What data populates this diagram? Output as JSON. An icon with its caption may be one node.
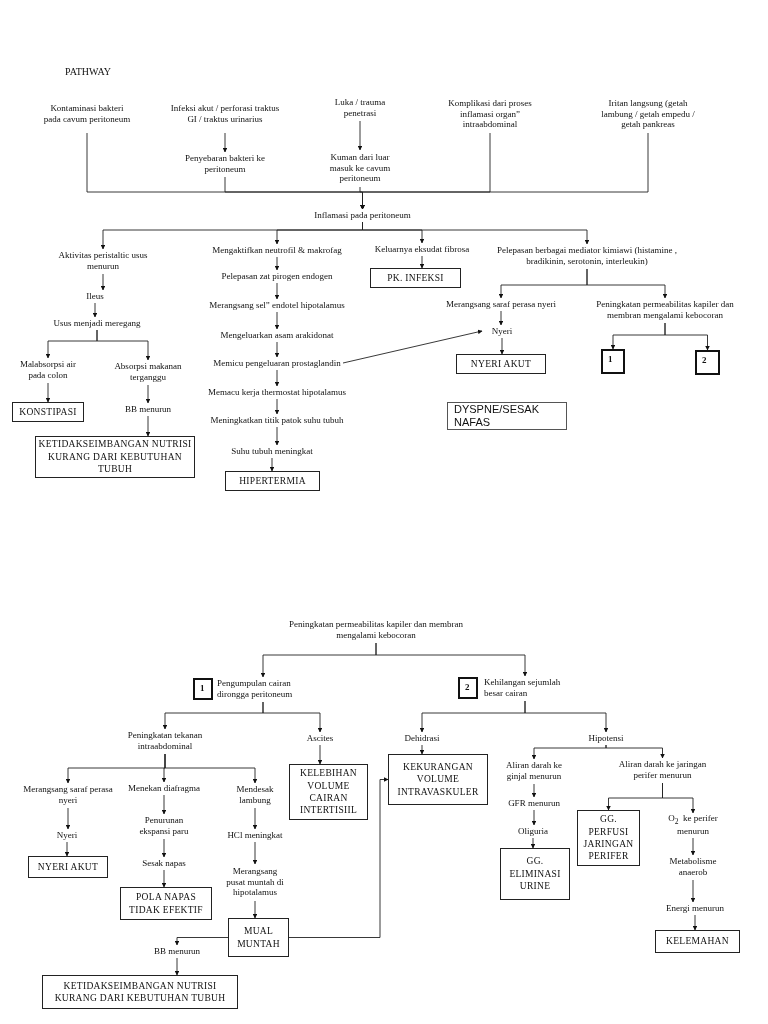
{
  "diagram": {
    "title": "PATHWAY",
    "nodes": [
      {
        "text": [
          "Kontaminasi bakteri pada cavum peritoneum"
        ]
      },
      {
        "text": [
          "Infeksi akut / perforasi traktus GI / traktus urinarius"
        ]
      },
      {
        "text": [
          "Penyebaran bakteri ke peritoneum"
        ]
      },
      {
        "text": [
          "Luka / trauma penetrasi"
        ]
      },
      {
        "text": [
          "Kuman dari luar masuk ke cavum peritoneum"
        ]
      },
      {
        "text": [
          "Komplikasi dari proses inflamasi organ” intraabdominal"
        ]
      },
      {
        "text": [
          "Iritan langsung (getah lambung / getah empedu / getah pankreas"
        ]
      },
      {
        "text": [
          "Inflamasi pada peritoneum"
        ]
      },
      {
        "text": [
          "Aktivitas peristaltic usus menurun"
        ]
      },
      {
        "text": [
          "Ileus"
        ]
      },
      {
        "text": [
          "Usus menjadi meregang"
        ]
      },
      {
        "text": [
          "Malabsorpsi air pada colon"
        ]
      },
      {
        "text": [
          "Absorpsi makanan terganggu"
        ]
      },
      {
        "text": [
          "KONSTIPASI"
        ]
      },
      {
        "text": [
          "BB menurun"
        ]
      },
      {
        "text": [
          "KETIDAKSEIMBANGAN NUTRISI KURANG DARI KEBUTUHAN TUBUH"
        ]
      },
      {
        "text": [
          "Mengaktifkan neutrofil & makrofag"
        ]
      },
      {
        "text": [
          "Pelepasan zat pirogen endogen"
        ]
      },
      {
        "text": [
          "Merangsang sel” endotel hipotalamus"
        ]
      },
      {
        "text": [
          "Mengeluarkan asam arakidonat"
        ]
      },
      {
        "text": [
          "Memicu pengeluaran prostaglandin"
        ]
      },
      {
        "text": [
          "Memacu kerja thermostat hipotalamus"
        ]
      },
      {
        "text": [
          "Meningkatkan titik patok suhu tubuh"
        ]
      },
      {
        "text": [
          "Suhu tubuh meningkat"
        ]
      },
      {
        "text": [
          "HIPERTERMIA"
        ]
      },
      {
        "text": [
          "Keluarnya eksudat fibrosa"
        ]
      },
      {
        "text": [
          "PK. INFEKSI"
        ]
      },
      {
        "text": [
          "Pelepasan berbagai mediator kimiawi (histamine , bradikinin, serotonin, interleukin)"
        ]
      },
      {
        "text": [
          "Merangsang saraf perasa nyeri"
        ]
      },
      {
        "text": [
          "Nyeri"
        ]
      },
      {
        "text": [
          "NYERI AKUT"
        ]
      },
      {
        "text": [
          "Peningkatan permeabilitas kapiler dan membran mengalami kebocoran"
        ]
      },
      {
        "text": [
          "1"
        ]
      },
      {
        "text": [
          "2"
        ]
      },
      {
        "text": [
          "DYSPNE/SESAK NAFAS"
        ]
      },
      {
        "text": [
          "Peningkatan permeabilitas kapiler dan membran mengalami kebocoran"
        ]
      },
      {
        "text": [
          "1"
        ]
      },
      {
        "text": [
          "Pengumpulan cairan dirongga peritoneum"
        ]
      },
      {
        "text": [
          "2"
        ]
      },
      {
        "text": [
          "Kehilangan sejumlah besar cairan"
        ]
      },
      {
        "text": [
          "Peningkatan tekanan intraabdominal"
        ]
      },
      {
        "text": [
          "Ascites"
        ]
      },
      {
        "text": [
          "KELEBIHAN VOLUME CAIRAN INTERTISIIL"
        ]
      },
      {
        "text": [
          "Merangsang saraf perasa nyeri"
        ]
      },
      {
        "text": [
          "Menekan diafragma"
        ]
      },
      {
        "text": [
          "Mendesak lambung"
        ]
      },
      {
        "text": [
          "Nyeri"
        ]
      },
      {
        "text": [
          "NYERI AKUT"
        ]
      },
      {
        "text": [
          "Penurunan ekspansi paru"
        ]
      },
      {
        "text": [
          "Sesak napas"
        ]
      },
      {
        "text": [
          "POLA NAPAS TIDAK EFEKTIF"
        ]
      },
      {
        "text": [
          "HCl meningkat"
        ]
      },
      {
        "text": [
          "Merangsang pusat muntah di hipotalamus"
        ]
      },
      {
        "text": [
          "MUAL MUNTAH"
        ]
      },
      {
        "text": [
          "BB menurun"
        ]
      },
      {
        "text": [
          "KETIDAKSEIMBANGAN NUTRISI KURANG DARI KEBUTUHAN TUBUH"
        ]
      },
      {
        "text": [
          "Dehidrasi"
        ]
      },
      {
        "text": [
          "KEKURANGAN VOLUME INTRAVASKULER"
        ]
      },
      {
        "text": [
          "Hipotensi"
        ]
      },
      {
        "text": [
          "Aliran darah ke ginjal menurun"
        ]
      },
      {
        "text": [
          "GFR menurun"
        ]
      },
      {
        "text": [
          "Oliguria"
        ]
      },
      {
        "text": [
          "GG. ELIMINASI URINE"
        ]
      },
      {
        "text": [
          "Aliran darah ke jaringan perifer menurun"
        ]
      },
      {
        "text": [
          "GG. PERFUSI JARINGAN PERIFER"
        ]
      },
      {
        "text": [
          "O$_{2}$ ke perifer menurun"
        ]
      },
      {
        "text": [
          "Metabolisme anaerob"
        ]
      },
      {
        "text": [
          "Energi menurun"
        ]
      },
      {
        "text": [
          "KELEMAHAN"
        ]
      }
    ],
    "edges": [
      {
        "from": 0,
        "to": 7,
        "arrow": "to"
      },
      {
        "from": 1,
        "to": 2,
        "arrow": "to"
      },
      {
        "from": 2,
        "to": 7,
        "arrow": "to"
      },
      {
        "from": 3,
        "to": 4,
        "arrow": "to"
      },
      {
        "from": 4,
        "to": 7,
        "arrow": "to"
      },
      {
        "from": 5,
        "to": 7,
        "arrow": "to"
      },
      {
        "from": 6,
        "to": 7,
        "arrow": "to"
      },
      {
        "from": 7,
        "to": 8,
        "arrow": "to"
      },
      {
        "from": 7,
        "to": 16,
        "arrow": "to"
      },
      {
        "from": 7,
        "to": 25,
        "arrow": "to"
      },
      {
        "from": 7,
        "to": 27,
        "arrow": "to"
      },
      {
        "from": 8,
        "to": 9,
        "arrow": "to"
      },
      {
        "from": 9,
        "to": 10,
        "arrow": "to"
      },
      {
        "from": 10,
        "to": 11,
        "arrow": "to"
      },
      {
        "from": 10,
        "to": 12,
        "arrow": "to"
      },
      {
        "from": 11,
        "to": 13,
        "arrow": "to"
      },
      {
        "from": 12,
        "to": 14,
        "arrow": "to"
      },
      {
        "from": 14,
        "to": 15,
        "arrow": "to"
      },
      {
        "from": 16,
        "to": 17,
        "arrow": "to"
      },
      {
        "from": 17,
        "to": 18,
        "arrow": "to"
      },
      {
        "from": 18,
        "to": 19,
        "arrow": "to"
      },
      {
        "from": 19,
        "to": 20,
        "arrow": "to"
      },
      {
        "from": 20,
        "to": 21,
        "arrow": "to"
      },
      {
        "from": 21,
        "to": 22,
        "arrow": "to"
      },
      {
        "from": 22,
        "to": 23,
        "arrow": "to"
      },
      {
        "from": 23,
        "to": 24,
        "arrow": "to"
      },
      {
        "from": 25,
        "to": 26,
        "arrow": "to"
      },
      {
        "from": 27,
        "to": 28,
        "arrow": "to"
      },
      {
        "from": 27,
        "to": 31,
        "arrow": "to"
      },
      {
        "from": 28,
        "to": 29,
        "arrow": "to"
      },
      {
        "from": 20,
        "to": 29,
        "arrow": "to"
      },
      {
        "from": 29,
        "to": 30,
        "arrow": "to"
      },
      {
        "from": 31,
        "to": 32,
        "arrow": "to"
      },
      {
        "from": 31,
        "to": 33,
        "arrow": "to"
      },
      {
        "from": 35,
        "to": 37,
        "arrow": "to"
      },
      {
        "from": 35,
        "to": 39,
        "arrow": "to"
      },
      {
        "from": 37,
        "to": 40,
        "arrow": "to"
      },
      {
        "from": 37,
        "to": 41,
        "arrow": "to"
      },
      {
        "from": 39,
        "to": 56,
        "arrow": "to"
      },
      {
        "from": 39,
        "to": 58,
        "arrow": "to"
      },
      {
        "from": 40,
        "to": 43,
        "arrow": "to"
      },
      {
        "from": 40,
        "to": 44,
        "arrow": "to"
      },
      {
        "from": 40,
        "to": 45,
        "arrow": "to"
      },
      {
        "from": 41,
        "to": 42,
        "arrow": "to"
      },
      {
        "from": 43,
        "to": 46,
        "arrow": "to"
      },
      {
        "from": 46,
        "to": 47,
        "arrow": "to"
      },
      {
        "from": 44,
        "to": 48,
        "arrow": "to"
      },
      {
        "from": 48,
        "to": 49,
        "arrow": "to"
      },
      {
        "from": 49,
        "to": 50,
        "arrow": "to"
      },
      {
        "from": 45,
        "to": 51,
        "arrow": "to"
      },
      {
        "from": 51,
        "to": 52,
        "arrow": "to"
      },
      {
        "from": 52,
        "to": 53,
        "arrow": "to"
      },
      {
        "from": 53,
        "to": 54,
        "arrow": "to"
      },
      {
        "from": 53,
        "to": 57,
        "arrow": "to"
      },
      {
        "from": 54,
        "to": 55,
        "arrow": "to"
      },
      {
        "from": 56,
        "to": 57,
        "arrow": "to"
      },
      {
        "from": 58,
        "to": 59,
        "arrow": "to"
      },
      {
        "from": 58,
        "to": 63,
        "arrow": "to"
      },
      {
        "from": 59,
        "to": 60,
        "arrow": "to"
      },
      {
        "from": 60,
        "to": 61,
        "arrow": "to"
      },
      {
        "from": 61,
        "to": 62,
        "arrow": "to"
      },
      {
        "from": 63,
        "to": 64,
        "arrow": "to"
      },
      {
        "from": 63,
        "to": 65,
        "arrow": "to"
      },
      {
        "from": 65,
        "to": 66,
        "arrow": "to"
      },
      {
        "from": 66,
        "to": 67,
        "arrow": "to"
      },
      {
        "from": 67,
        "to": 68,
        "arrow": "to"
      }
    ]
  }
}
